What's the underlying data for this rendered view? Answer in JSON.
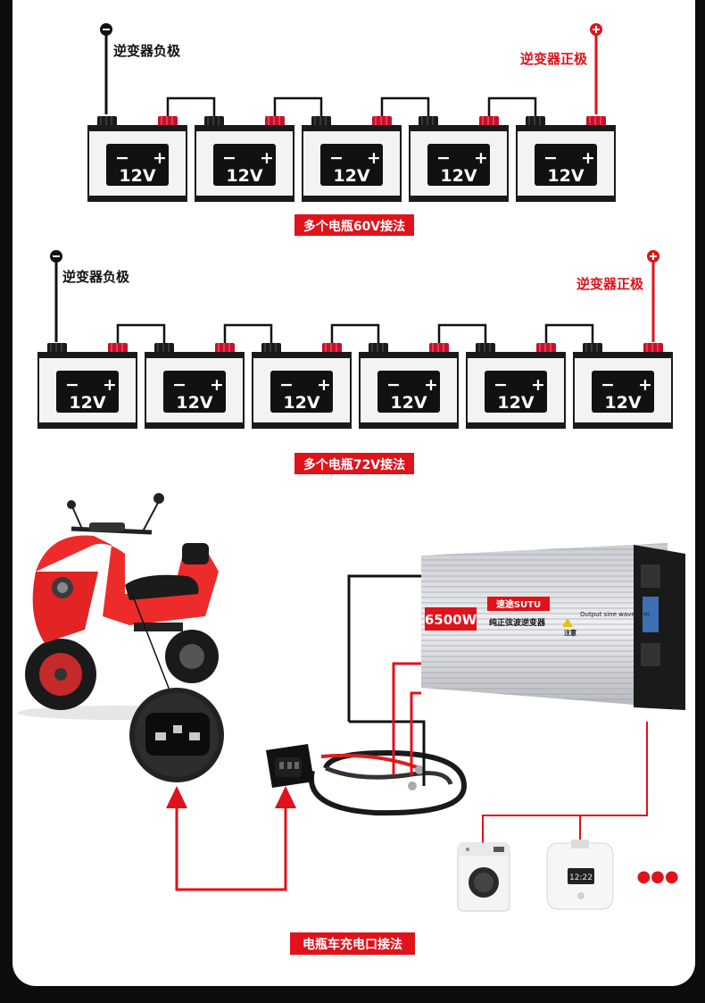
{
  "top_diagram": {
    "neg_label": "逆变器负极",
    "pos_label": "逆变器正极",
    "battery_voltage": "12V",
    "battery_count": 5,
    "caption": "多个电瓶60V接法"
  },
  "middle_diagram": {
    "neg_label": "逆变器负极",
    "pos_label": "逆变器正极",
    "battery_voltage": "12V",
    "battery_count": 6,
    "caption": "多个电瓶72V接法"
  },
  "inverter": {
    "power": "6500W",
    "brand": "速途SUTU",
    "subtitle": "纯正弦波逆变器",
    "small_text": "Output sine waveform",
    "warning": "注意"
  },
  "appliance": {
    "clock": "12:22",
    "more": "●●●"
  },
  "bottom_caption": "电瓶车充电口接法",
  "colors": {
    "accent": "#e0121a",
    "battery_body": "#f2f2f2",
    "battery_face": "#111111"
  }
}
